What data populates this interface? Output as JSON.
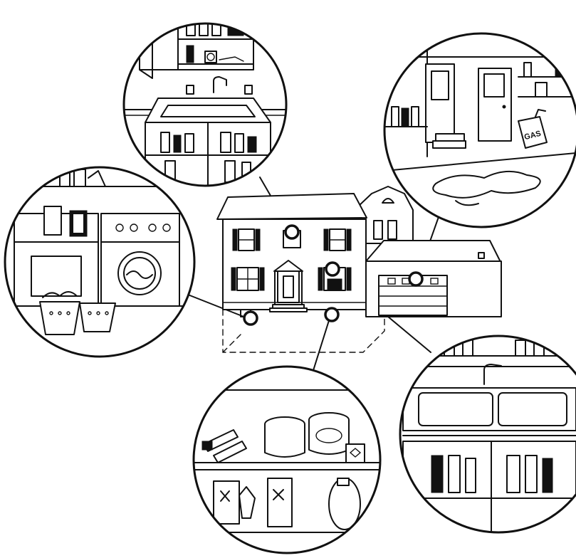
{
  "illustration": {
    "labels": {
      "gas_can": "GAS"
    },
    "hotspots": [
      "bathroom",
      "garage",
      "laundry",
      "basement",
      "kitchen"
    ]
  }
}
